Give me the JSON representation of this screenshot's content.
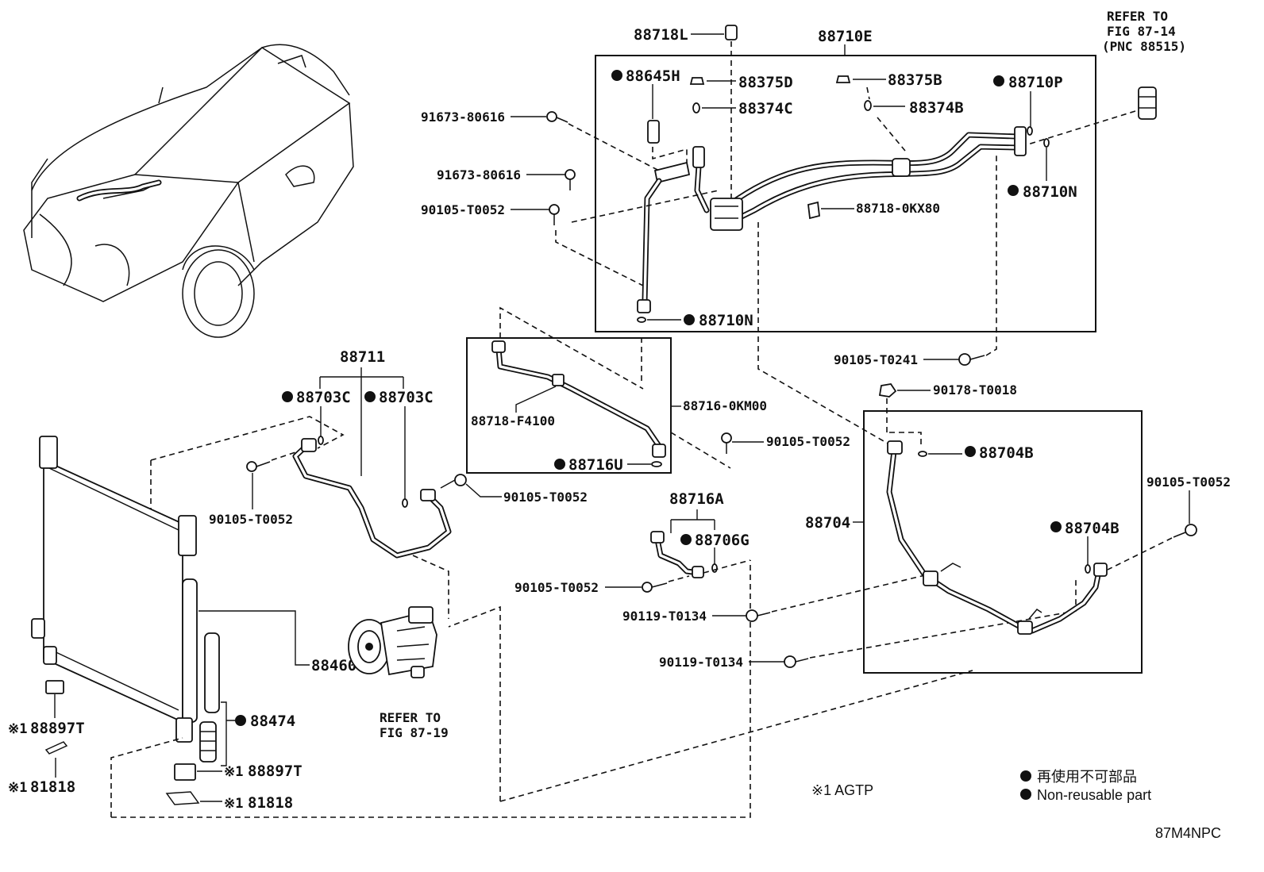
{
  "labels": {
    "p88718L": "88718L",
    "p88710E": "88710E",
    "refer_fig_87_14_line1": "REFER TO",
    "refer_fig_87_14_line2": "FIG 87-14",
    "refer_fig_87_14_line3": "(PNC 88515)",
    "p88645H": "88645H",
    "p88375D": "88375D",
    "p88375B": "88375B",
    "p88710P": "88710P",
    "p88374C": "88374C",
    "p88374B": "88374B",
    "p91673_a": "91673-80616",
    "p91673_b": "91673-80616",
    "p88710N_a": "88710N",
    "p90105_t0052_a": "90105-T0052",
    "p88718_0kx80": "88718-0KX80",
    "p88710N_b": "88710N",
    "p88711": "88711",
    "p90105_t0241": "90105-T0241",
    "p88703C_a": "88703C",
    "p88703C_b": "88703C",
    "p90178_t0018": "90178-T0018",
    "p88716_0km00": "88716-0KM00",
    "p88718_f4100": "88718-F4100",
    "p90105_t0052_b": "90105-T0052",
    "p88704B_a": "88704B",
    "p88716U": "88716U",
    "p90105_t0052_c": "90105-T0052",
    "p90105_t0052_d": "90105-T0052",
    "p90105_t0052_e": "90105-T0052",
    "p88716A": "88716A",
    "p88704": "88704",
    "p88704B_b": "88704B",
    "p88706G": "88706G",
    "p90105_t0052_f": "90105-T0052",
    "p90119_t0134_a": "90119-T0134",
    "p88460": "88460",
    "p90119_t0134_b": "90119-T0134",
    "refer_fig_87_19_line1": "REFER TO",
    "refer_fig_87_19_line2": "FIG 87-19",
    "p88474": "88474",
    "p88897T_a": "88897T",
    "p88897T_b": "88897T",
    "p81818_a": "81818",
    "p81818_b": "81818"
  },
  "note_marks": {
    "mark_1": "※1"
  },
  "legend": {
    "agtp_note": "※1 AGTP",
    "non_reusable_jp": "再使用不可部品",
    "non_reusable_en": "Non-reusable part"
  },
  "figure_code": "87M4NPC"
}
